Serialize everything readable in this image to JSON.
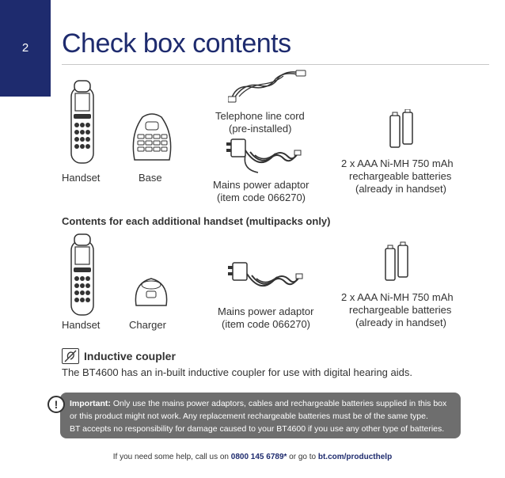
{
  "page": {
    "number": "2",
    "title": "Check box contents"
  },
  "items": {
    "handset": "Handset",
    "base": "Base",
    "cord_line1": "Telephone line cord",
    "cord_line2": "(pre-installed)",
    "adaptor_line1": "Mains power adaptor",
    "adaptor_line2": "(item code 066270)",
    "batteries_line1": "2 x AAA Ni-MH 750 mAh",
    "batteries_line2": "rechargeable batteries",
    "batteries_line3": "(already in handset)"
  },
  "additional": {
    "heading": "Contents for each additional handset (multipacks only)",
    "handset": "Handset",
    "charger": "Charger",
    "adaptor_line1": "Mains power adaptor",
    "adaptor_line2": "(item code 066270)",
    "batteries_line1": "2 x AAA Ni-MH 750 mAh",
    "batteries_line2": "rechargeable batteries",
    "batteries_line3": "(already in handset)"
  },
  "coupler": {
    "title": "Inductive coupler",
    "text": "The BT4600 has an in-built inductive coupler for use with digital hearing aids."
  },
  "important": {
    "label": "Important:",
    "line1": " Only use the mains power adaptors, cables and rechargeable batteries supplied in this box",
    "line2": "or this product might not work. Any replacement rechargeable batteries must be of the same type.",
    "line3": "BT accepts no responsibility for damage caused to your BT4600 if you use any other type of batteries."
  },
  "footer": {
    "prefix": "If you need some help, call us on ",
    "phone": "0800 145 6789*",
    "middle": " or go to ",
    "url": "bt.com/producthelp"
  },
  "colors": {
    "brand_navy": "#1e2b6e",
    "notice_gray": "#6e6e6e"
  }
}
